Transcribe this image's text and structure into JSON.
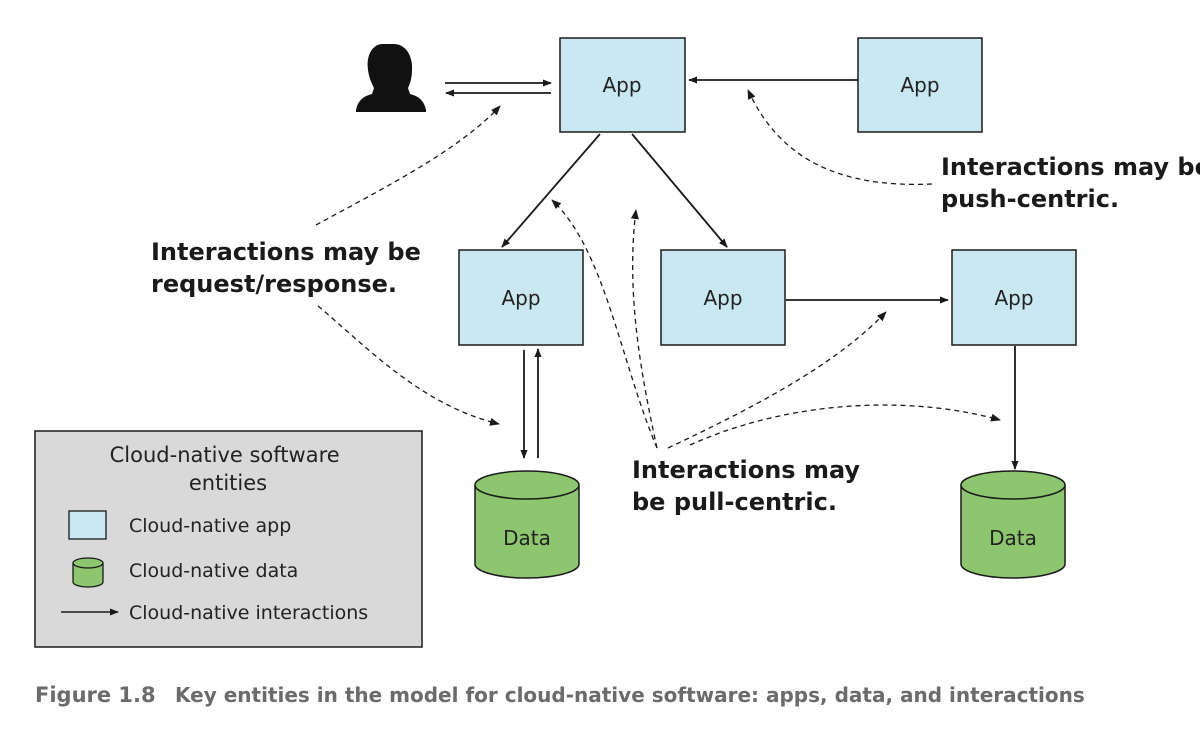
{
  "nodes": {
    "app_top": "App",
    "app_right_top": "App",
    "app_mid_left": "App",
    "app_mid_center": "App",
    "app_mid_right": "App",
    "data_left": "Data",
    "data_right": "Data"
  },
  "notes": {
    "request_response": [
      "Interactions may be",
      "request/response."
    ],
    "push_centric": [
      "Interactions may be",
      "push-centric."
    ],
    "pull_centric": [
      "Interactions may",
      "be pull-centric."
    ]
  },
  "legend": {
    "title": [
      "Cloud-native software",
      "entities"
    ],
    "app": "Cloud-native app",
    "data": "Cloud-native data",
    "interactions": "Cloud-native interactions"
  },
  "caption": {
    "number": "Figure 1.8",
    "text": "Key entities in the model for cloud-native software: apps, data, and interactions"
  },
  "colors": {
    "app_fill": "#c9e8f2",
    "data_fill": "#8dc66e",
    "legend_fill": "#d9d9d9",
    "caption": "#6b6b6b"
  }
}
